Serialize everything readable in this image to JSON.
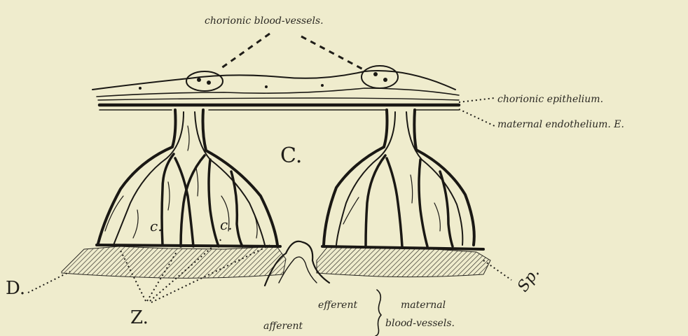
{
  "labels": {
    "chorionic_vessels": "chorionic blood-vessels.",
    "chorionic_epithelium": "chorionic epithelium.",
    "maternal_endothelium": "maternal endothelium. E.",
    "C_big": "C.",
    "c_left": "c.",
    "c_mid": "c.",
    "D": "D.",
    "Z": "Z.",
    "Sp": "Sp.",
    "efferent": "efferent",
    "afferent": "afferent",
    "maternal": "maternal",
    "blood_vessels": "blood-vessels."
  }
}
